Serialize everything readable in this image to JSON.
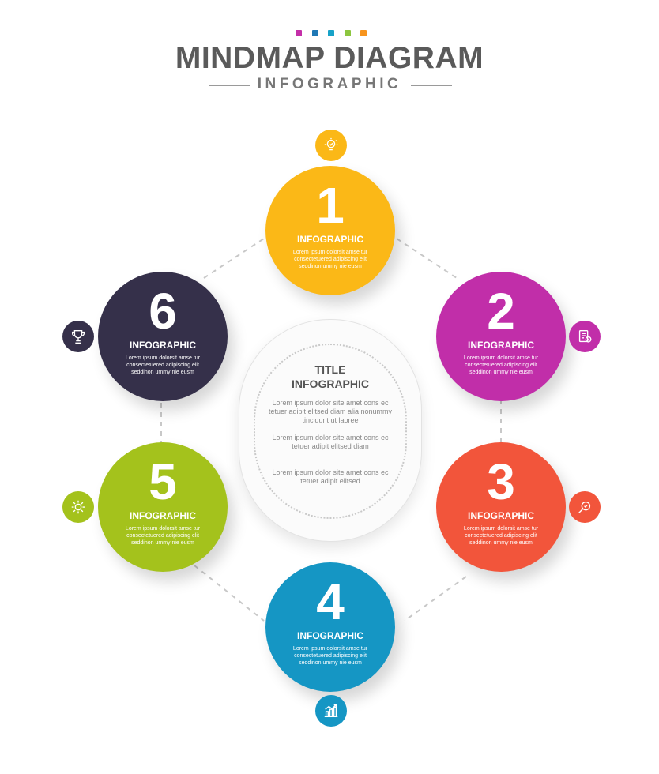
{
  "header": {
    "title": "MINDMAP DIAGRAM",
    "subtitle": "INFOGRAPHIC",
    "dot_colors": [
      "#c42fa8",
      "#1f78b5",
      "#17a2c8",
      "#8cc63f",
      "#f7941d"
    ]
  },
  "center": {
    "title_line1": "TITLE",
    "title_line2": "INFOGRAPHIC",
    "para1": "Lorem ipsum dolor site amet cons ec tetuer adipit elitsed diam alia nonummy tincidunt ut laoree",
    "para2": "Lorem ipsum dolor site amet cons ec tetuer adipit elitsed diam",
    "para3": "Lorem ipsum dolor site amet cons ec tetuer adipit elitsed"
  },
  "nodes": [
    {
      "number": "1",
      "label": "INFOGRAPHIC",
      "description": "Lorem ipsum dolorsit amse tur consectetuered adipiscing elit seddinon ummy nie eusm",
      "color": "#fbb817",
      "icon": "lightbulb-icon"
    },
    {
      "number": "2",
      "label": "INFOGRAPHIC",
      "description": "Lorem ipsum dolorsit amse tur consectetuered adipiscing elit seddinon ummy nie eusm",
      "color": "#c12ea9",
      "icon": "checklist-icon"
    },
    {
      "number": "3",
      "label": "INFOGRAPHIC",
      "description": "Lorem ipsum dolorsit amse tur consectetuered adipiscing elit seddinon ummy nie eusm",
      "color": "#f2553b",
      "icon": "magnifier-icon"
    },
    {
      "number": "4",
      "label": "INFOGRAPHIC",
      "description": "Lorem ipsum dolorsit amse tur consectetuered adipiscing elit seddinon ummy nie eusm",
      "color": "#1596c4",
      "icon": "bar-chart-icon"
    },
    {
      "number": "5",
      "label": "INFOGRAPHIC",
      "description": "Lorem ipsum dolorsit amse tur consectetuered adipiscing elit seddinon ummy nie eusm",
      "color": "#a4c21c",
      "icon": "gear-icon"
    },
    {
      "number": "6",
      "label": "INFOGRAPHIC",
      "description": "Lorem ipsum dolorsit amse tur consectetuered adipiscing elit seddinon ummy nie eusm",
      "color": "#35304a",
      "icon": "trophy-icon"
    }
  ]
}
